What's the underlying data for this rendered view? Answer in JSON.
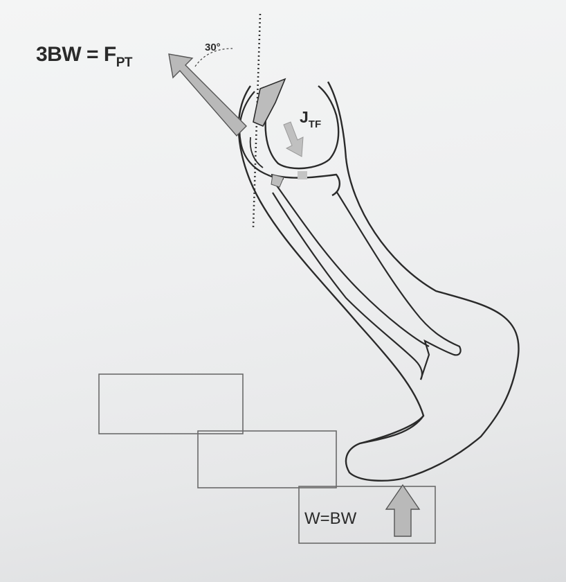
{
  "labels": {
    "patellar_tendon_force": {
      "main": "3BW = F",
      "sub": "PT"
    },
    "angle": "30°",
    "joint_force": {
      "main": "J",
      "sub": "TF"
    },
    "ground_reaction": "W=BW"
  },
  "colors": {
    "ink": "#2a2a2a",
    "arrow_fill": "#b9b9b9",
    "arrow_stroke": "#555555",
    "dotted_line": "#333333",
    "step_outline": "#6a6a6a"
  },
  "icons": {
    "force_arrow": "arrow-icon",
    "vertical_reference": "dotted-line"
  }
}
